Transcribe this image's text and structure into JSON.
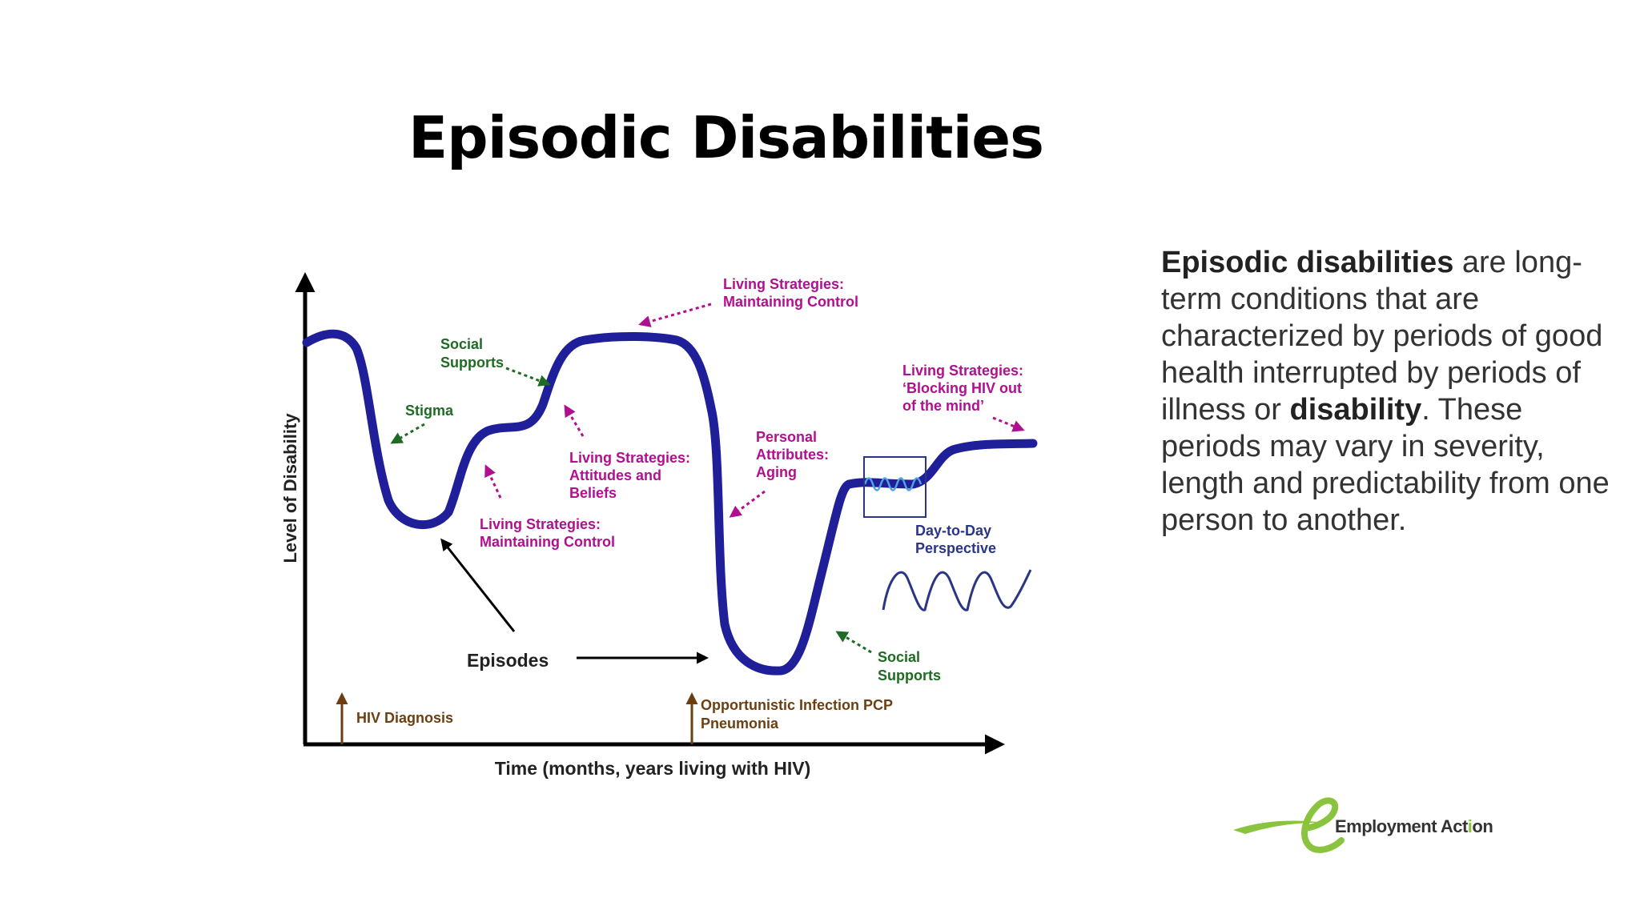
{
  "title": "Episodic Disabilities",
  "diagram": {
    "y_axis_label": "Level of Disability",
    "x_axis_label": "Time (months, years living with HIV)",
    "annotations": {
      "social_supports_1": [
        "Social",
        "Supports"
      ],
      "stigma": [
        "Stigma"
      ],
      "living_attitudes": [
        "Living Strategies:",
        "Attitudes and",
        "Beliefs"
      ],
      "living_control_lower": [
        "Living Strategies:",
        "Maintaining Control"
      ],
      "living_control_top": [
        "Living Strategies:",
        "Maintaining Control"
      ],
      "personal_attributes": [
        "Personal",
        "Attributes:",
        "Aging"
      ],
      "living_blocking": [
        "Living Strategies:",
        "‘Blocking HIV out",
        "of the mind’"
      ],
      "day_to_day": [
        "Day-to-Day",
        "Perspective"
      ],
      "social_supports_2": [
        "Social",
        "Supports"
      ],
      "episodes": "Episodes",
      "hiv_diagnosis": "HIV Diagnosis",
      "opportunistic": [
        "Opportunistic Infection PCP",
        "Pneumonia"
      ]
    },
    "colors": {
      "curve": "#1f1f99",
      "magenta": "#b0108f",
      "green": "#1e6b23",
      "navy": "#2a3585",
      "brown": "#6b3f12",
      "axis": "#000000"
    }
  },
  "description": {
    "term_1": "Episodic disabilities",
    "text_1": " are long-term conditions that are characterized by periods of good health interrupted by periods of illness or ",
    "term_2": "disability",
    "text_2": ". These periods may vary in severity, length and predictability from one person to another."
  },
  "logo": {
    "icon": "employment-action-e-logo",
    "text_main": "Employment Act",
    "text_accent": "i",
    "text_end": "on"
  }
}
